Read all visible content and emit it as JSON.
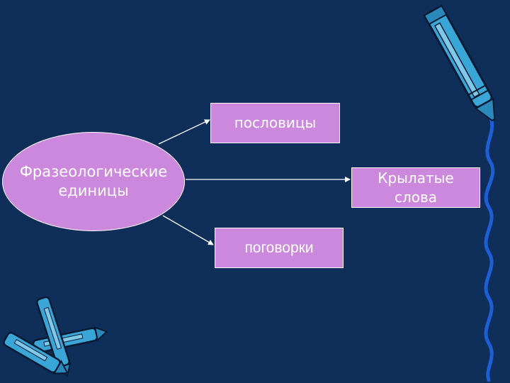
{
  "diagram": {
    "center": {
      "label": "Фразеологические\nединицы"
    },
    "branches": [
      {
        "label": "пословицы"
      },
      {
        "label": "Крылатые\nслова"
      },
      {
        "label": "поговорки"
      }
    ]
  },
  "colors": {
    "background": "#0f2f5a",
    "node_fill": "#cc88dd",
    "node_border": "#ffffff",
    "arrow": "#ffffff",
    "crayon_blue": "#3aa6d8",
    "crayon_outline": "#0a1a33",
    "squiggle": "#1f5fd6"
  },
  "decorations": {
    "top_right": "crayon-icon",
    "bottom_left": "crayons-icon",
    "right_edge": "squiggle-line"
  }
}
